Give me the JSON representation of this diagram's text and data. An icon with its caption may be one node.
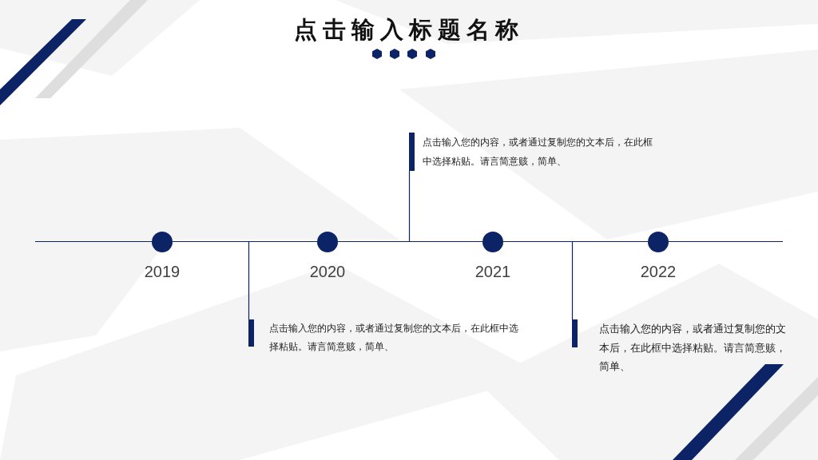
{
  "diagram": {
    "title": "点击输入标题名称",
    "nodes": [
      {
        "text": [
          "点击输入您的内容，或者通过复制您的文本后，在此框中选择粘贴。请言简意赅，简单、"
        ]
      },
      {
        "text": [],
        "shape": "circle",
        "beside": [
          "2019"
        ]
      },
      {
        "text": [],
        "shape": "circle",
        "beside": [
          "2020"
        ]
      },
      {
        "text": [],
        "shape": "circle",
        "beside": [
          "2021"
        ]
      },
      {
        "text": [],
        "shape": "circle",
        "beside": [
          "2022"
        ]
      },
      {
        "text": [
          "点击输入您的内容，或者通过复制您的文本后，在此框中选择粘贴。请言简意赅，简单、"
        ]
      },
      {
        "text": [
          "点击输入您的内容，或者通过复制您的文本后，在此框中选择粘贴。请言简意赅，简单、"
        ]
      }
    ],
    "edges": [
      {
        "from": null,
        "to": 1,
        "arrow": "none"
      },
      {
        "from": 1,
        "to": 2,
        "arrow": "none"
      },
      {
        "from": 2,
        "to": 3,
        "arrow": "none"
      },
      {
        "from": 3,
        "to": 4,
        "arrow": "none"
      },
      {
        "from": 4,
        "to": null,
        "arrow": "none"
      },
      {
        "from": 0,
        "to": null,
        "arrow": "none"
      },
      {
        "from": 5,
        "to": null,
        "arrow": "none"
      },
      {
        "from": 6,
        "to": null,
        "arrow": "none"
      }
    ]
  }
}
